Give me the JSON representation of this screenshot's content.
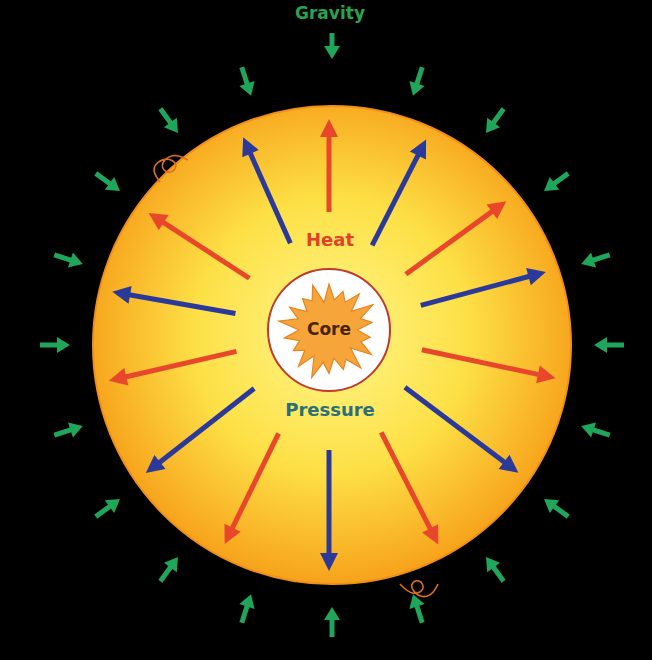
{
  "diagram": {
    "nodes": [
      {
        "text": [
          "Heat",
          "Pressure"
        ]
      },
      {
        "text": [
          "Core"
        ],
        "in": 0
      }
    ],
    "labels": [
      "Gravity"
    ]
  }
}
